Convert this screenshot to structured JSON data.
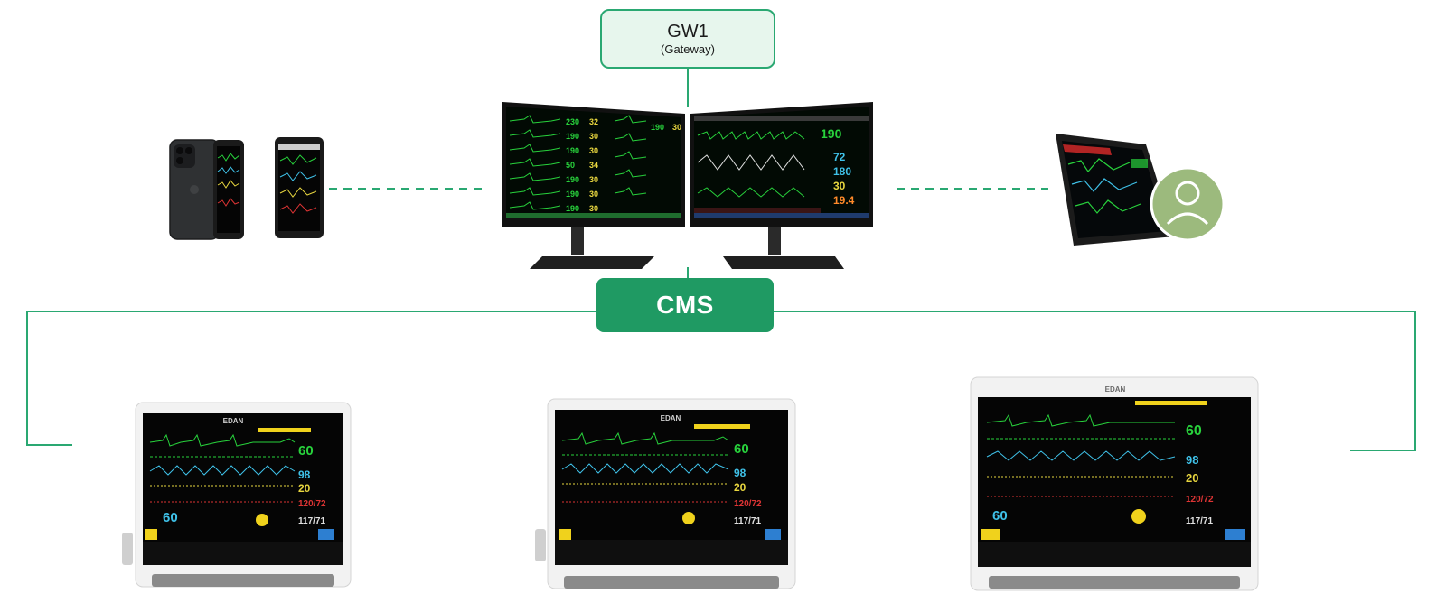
{
  "nodes": {
    "gateway": {
      "title": "GW1",
      "subtitle": "(Gateway)"
    },
    "cms": {
      "label": "CMS"
    },
    "brand": "EDAN",
    "monitor_values": [
      "60",
      "98",
      "20",
      "120/72",
      "60",
      "117/71"
    ],
    "left_display_values": [
      "230",
      "190",
      "190",
      "50",
      "190",
      "190",
      "190",
      "190"
    ],
    "left_display_secondary": [
      "32",
      "30",
      "30",
      "34",
      "30",
      "30",
      "30",
      "30"
    ],
    "right_display_values": [
      "190",
      "72",
      "180",
      "30",
      "19.4"
    ]
  },
  "colors": {
    "line": "#2aa872",
    "gateway_fill": "#e7f6ed",
    "cms_fill": "#1f9a63",
    "avatar": "#9cba7d"
  },
  "icons": [
    "smartphone-icon",
    "monitor-icon",
    "tablet-icon",
    "user-avatar-icon",
    "patient-monitor-icon"
  ]
}
